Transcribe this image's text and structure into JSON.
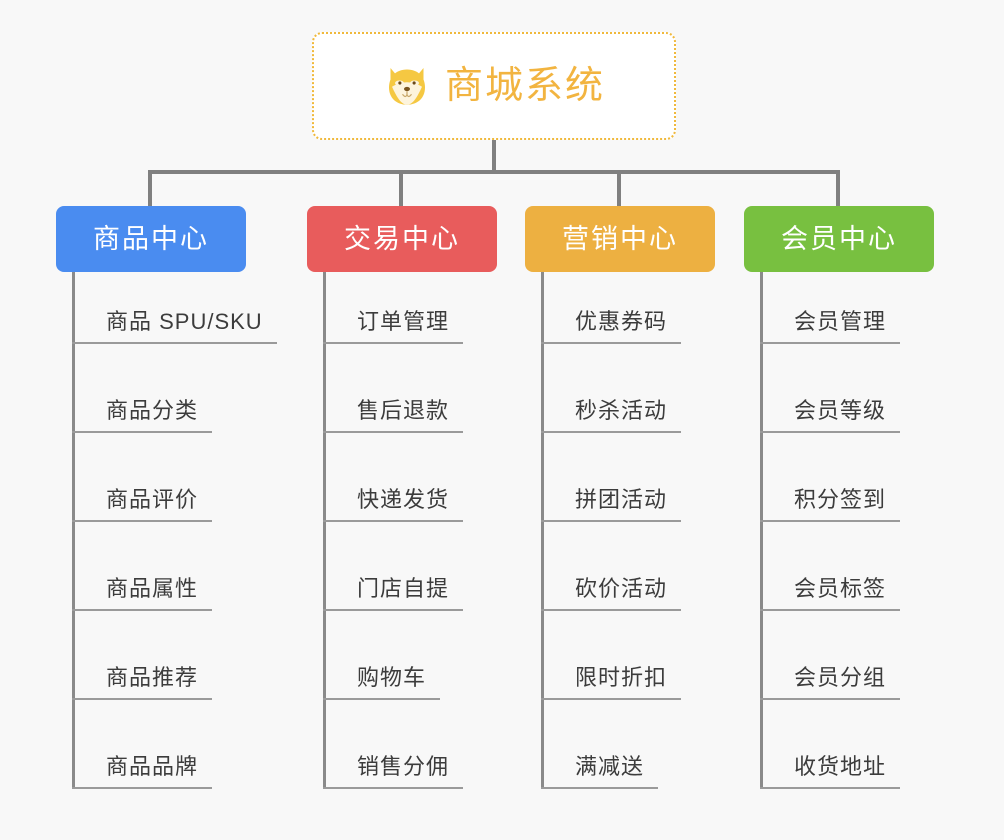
{
  "diagram": {
    "title": "商城系统",
    "background_color": "#f8f8f8",
    "root": {
      "label": "商城系统",
      "icon": "shiba-dog-face-icon",
      "text_color": "#f2b440",
      "border_color": "#f0b93c",
      "fill_color": "#ffffff"
    },
    "connector_color": "#808080",
    "categories": [
      {
        "label": "商品中心",
        "color": "#4a8cf0",
        "items": [
          "商品 SPU/SKU",
          "商品分类",
          "商品评价",
          "商品属性",
          "商品推荐",
          "商品品牌"
        ]
      },
      {
        "label": "交易中心",
        "color": "#e85c5c",
        "items": [
          "订单管理",
          "售后退款",
          "快递发货",
          "门店自提",
          "购物车",
          "销售分佣"
        ]
      },
      {
        "label": "营销中心",
        "color": "#edb041",
        "items": [
          "优惠券码",
          "秒杀活动",
          "拼团活动",
          "砍价活动",
          "限时折扣",
          "满减送"
        ]
      },
      {
        "label": "会员中心",
        "color": "#78c040",
        "items": [
          "会员管理",
          "会员等级",
          "积分签到",
          "会员标签",
          "会员分组",
          "收货地址"
        ]
      }
    ]
  }
}
